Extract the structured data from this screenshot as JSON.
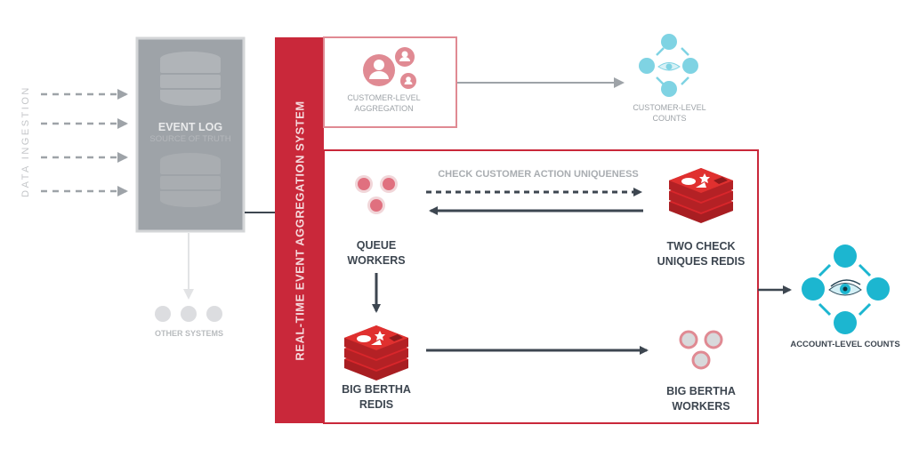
{
  "ingestion": {
    "label": "DATA INGESTION",
    "arrow_count": 4
  },
  "event_log": {
    "title": "EVENT LOG",
    "subtitle": "SOURCE OF TRUTH"
  },
  "other_systems": {
    "label": "OTHER SYSTEMS"
  },
  "aggregation_system": {
    "label": "REAL-TIME EVENT AGGREGATION SYSTEM",
    "color": "#c9283a"
  },
  "customer_aggregation": {
    "label_line1": "CUSTOMER-LEVEL",
    "label_line2": "AGGREGATION",
    "color": "#e08a93"
  },
  "customer_counts": {
    "label_line1": "CUSTOMER-LEVEL",
    "label_line2": "COUNTS",
    "color": "#7fd3e3"
  },
  "queue_workers": {
    "label_line1": "QUEUE",
    "label_line2": "WORKERS"
  },
  "check_uniqueness": {
    "label": "CHECK CUSTOMER ACTION UNIQUENESS"
  },
  "two_check_redis": {
    "label_line1": "TWO CHECK",
    "label_line2": "UNIQUES REDIS"
  },
  "big_bertha_redis": {
    "label_line1": "BIG BERTHA",
    "label_line2": "REDIS"
  },
  "big_bertha_workers": {
    "label_line1": "BIG BERTHA",
    "label_line2": "WORKERS"
  },
  "account_counts": {
    "label": "ACCOUNT-LEVEL COUNTS",
    "color": "#1cb6d0"
  },
  "colors": {
    "arrow": "#3d4650",
    "redis": "#d8262b",
    "event_log_fill": "#9ea3a8"
  }
}
